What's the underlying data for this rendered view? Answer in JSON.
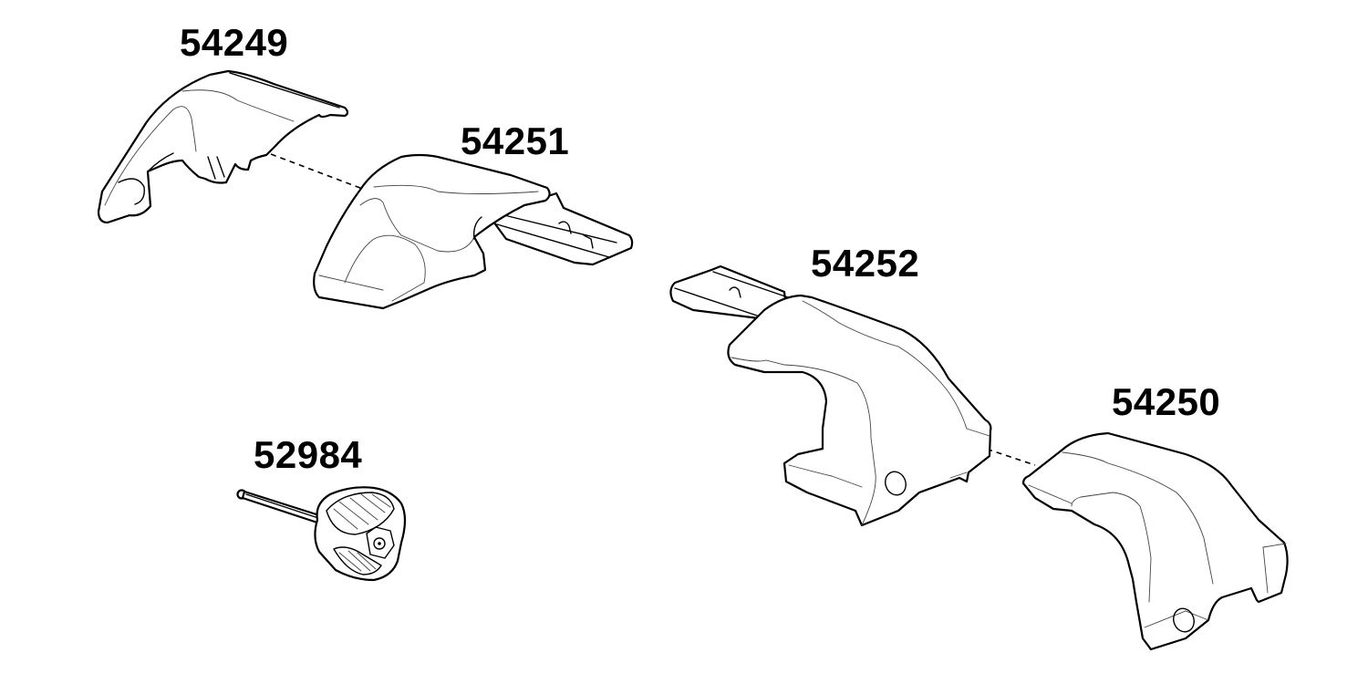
{
  "diagram": {
    "type": "exploded-parts-diagram",
    "background": "#ffffff",
    "line_color": "#000000",
    "parts": [
      {
        "id": "54249",
        "label": "54249",
        "description": "end cover cap (left)"
      },
      {
        "id": "54251",
        "label": "54251",
        "description": "foot with rail (left)"
      },
      {
        "id": "54252",
        "label": "54252",
        "description": "foot with rail (right)"
      },
      {
        "id": "54250",
        "label": "54250",
        "description": "end cover cap (right)"
      },
      {
        "id": "52984",
        "label": "52984",
        "description": "hex key with knob"
      }
    ],
    "connectors": [
      {
        "from": "54249",
        "to": "54251",
        "style": "dashed"
      },
      {
        "from": "54252",
        "to": "54250",
        "style": "dashed"
      }
    ]
  }
}
